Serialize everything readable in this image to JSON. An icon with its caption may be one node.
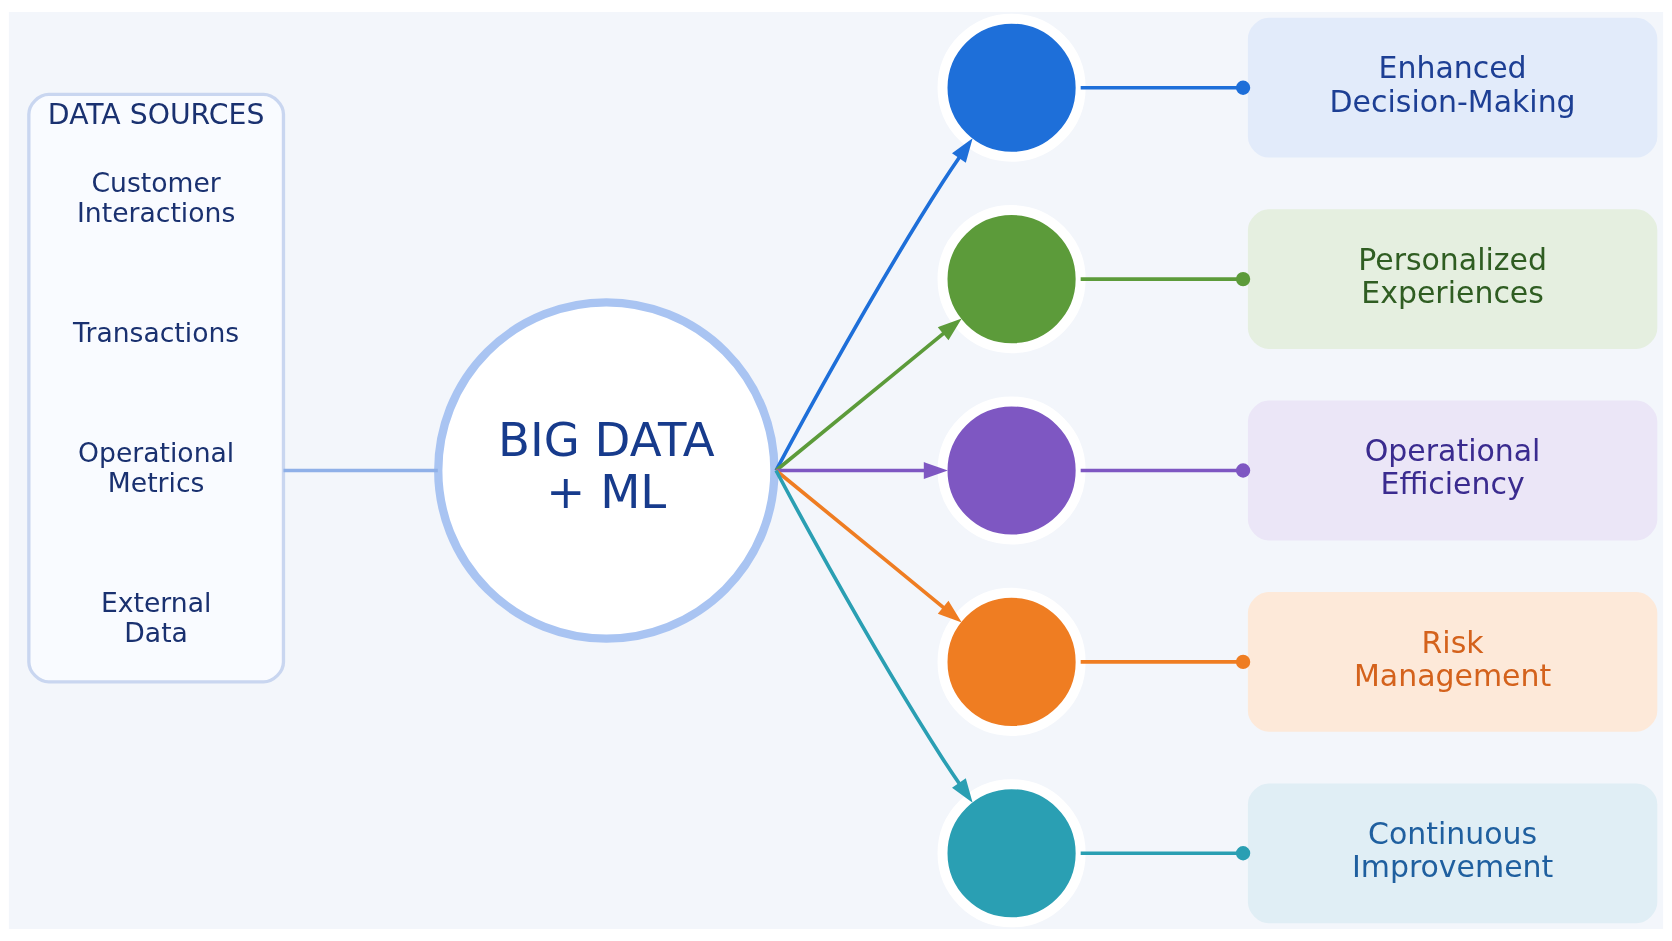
{
  "diagram": {
    "nodes": [
      {
        "text": [
          "DATA SOURCES"
        ]
      },
      {
        "text": [
          "Customer Interactions"
        ],
        "in": 0
      },
      {
        "text": [
          "Transactions"
        ],
        "in": 0
      },
      {
        "text": [
          "Operational Metrics"
        ],
        "in": 0
      },
      {
        "text": [
          "External Data"
        ],
        "in": 0
      },
      {
        "text": [
          "BIG DATA + ML"
        ]
      },
      {
        "text": [],
        "shape": "circle"
      },
      {
        "text": [
          "Enhanced Decision-Making"
        ]
      },
      {
        "text": [],
        "shape": "circle"
      },
      {
        "text": [
          "Personalized Experiences"
        ]
      },
      {
        "text": [],
        "shape": "circle"
      },
      {
        "text": [
          "Operational Efficiency"
        ]
      },
      {
        "text": [],
        "shape": "circle"
      },
      {
        "text": [
          "Risk Management"
        ]
      },
      {
        "text": [],
        "shape": "circle"
      },
      {
        "text": [
          "Continuous Improvement"
        ]
      }
    ],
    "edges": [
      {
        "from": 0,
        "to": 5,
        "arrow": "none",
        "color": "#8fb0e8"
      },
      {
        "from": 5,
        "to": 6,
        "arrow": "to",
        "color": "#1e6fd9"
      },
      {
        "from": 5,
        "to": 8,
        "arrow": "to",
        "color": "#5c9b3a"
      },
      {
        "from": 5,
        "to": 10,
        "arrow": "to",
        "color": "#7e57c2"
      },
      {
        "from": 5,
        "to": 12,
        "arrow": "to",
        "color": "#ef7d22"
      },
      {
        "from": 5,
        "to": 14,
        "arrow": "to",
        "color": "#2a9fb3"
      },
      {
        "from": 6,
        "to": 7,
        "arrow": "other",
        "color": "#1e6fd9"
      },
      {
        "from": 8,
        "to": 9,
        "arrow": "other",
        "color": "#5c9b3a"
      },
      {
        "from": 10,
        "to": 11,
        "arrow": "other",
        "color": "#7e57c2"
      },
      {
        "from": 12,
        "to": 13,
        "arrow": "other",
        "color": "#ef7d22"
      },
      {
        "from": 14,
        "to": 15,
        "arrow": "other",
        "color": "#2a9fb3"
      }
    ]
  }
}
